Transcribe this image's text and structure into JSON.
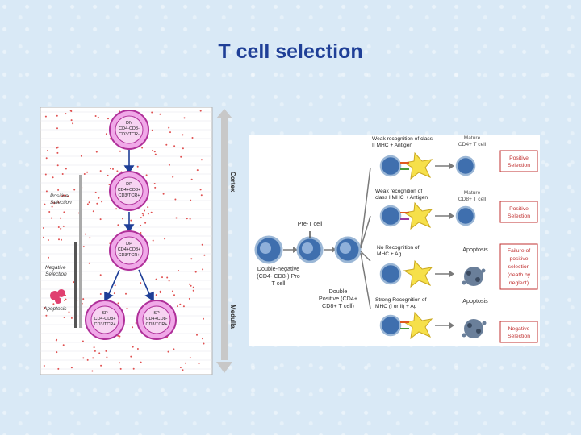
{
  "slide": {
    "title": "T cell selection"
  },
  "left_diagram": {
    "labels": {
      "cortex": "Cortex",
      "medulla": "Medulla",
      "positive_selection": [
        "Positive",
        "Selection"
      ],
      "negative_selection": [
        "Negative",
        "Selection"
      ],
      "apoptosis": "Apoptosis"
    },
    "cells": {
      "dn": [
        "DN",
        "CD4-CD8-",
        "CD3/TCR-"
      ],
      "dp1": [
        "DP",
        "CD4+CD8+",
        "CD3/TCR+"
      ],
      "dp2": [
        "DP",
        "CD4+CD8+",
        "CD3/TCR+"
      ],
      "sp_left": [
        "SP",
        "CD4-CD8+",
        "CD3/TCR+"
      ],
      "sp_right": [
        "SP",
        "CD4+CD8-",
        "CD3/TCR+"
      ]
    }
  },
  "right_diagram": {
    "double_negative": [
      "Double-negative",
      "(CD4- CD8-) Pro",
      "T cell"
    ],
    "pre_t_cell": "Pre-T cell",
    "double_positive": [
      "Double",
      "Positive (CD4+",
      "CD8+ T cell)"
    ],
    "recognitions": {
      "weak_class2": [
        "Weak recognition of class",
        "II MHC + Antigen"
      ],
      "weak_class1": [
        "Weak recognition of",
        "class I MHC + Antigen"
      ],
      "none": [
        "No Recognition of",
        "MHC + Ag"
      ],
      "strong": [
        "Strong Recognition of",
        "MHC (I or II) + Ag"
      ]
    },
    "outcomes": {
      "mature_cd4": [
        "Mature",
        "CD4+ T cell"
      ],
      "mature_cd8": [
        "Mature",
        "CD8+ T cell"
      ],
      "apoptosis1": "Apoptosis",
      "apoptosis2": "Apoptosis"
    },
    "boxes": {
      "positive1": [
        "Positive",
        "Selection"
      ],
      "positive2": [
        "Positive",
        "Selection"
      ],
      "failure": [
        "Failure of",
        "positive",
        "selection",
        "(death by",
        "neglect)"
      ],
      "negative": [
        "Negative",
        "Selection"
      ]
    }
  }
}
